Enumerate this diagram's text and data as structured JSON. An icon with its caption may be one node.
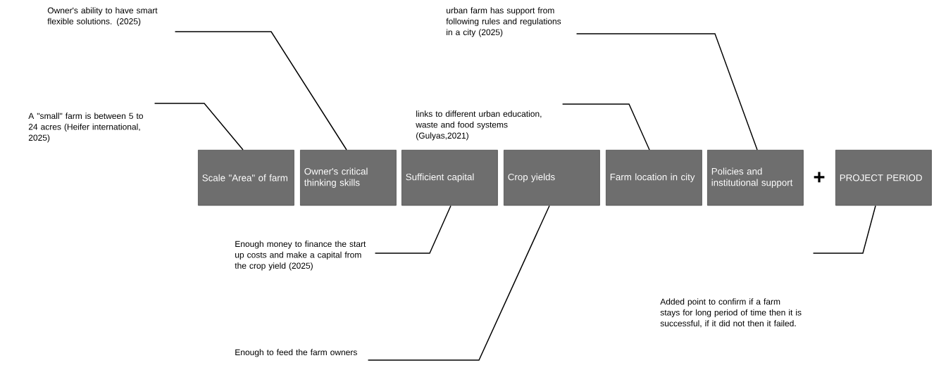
{
  "diagram": {
    "nodes": [
      {
        "text": [
          "Scale \"Area\" of farm"
        ]
      },
      {
        "text": [
          "Owner's critical thinking skills"
        ]
      },
      {
        "text": [
          "Sufficient capital"
        ]
      },
      {
        "text": [
          "Crop yields"
        ]
      },
      {
        "text": [
          "Farm location in city"
        ]
      },
      {
        "text": [
          "Policies and institutional support"
        ]
      },
      {
        "text": [
          "PROJECT PERIOD"
        ]
      },
      {
        "text": [
          "Owner's ability to have smart flexible solutions. (2025)"
        ]
      },
      {
        "text": [
          "A \"small\" farm is between 5 to 24 acres (Heifer international, 2025)"
        ]
      },
      {
        "text": [
          "links to different urban education, waste and food systems (Gulyas,2021)"
        ]
      },
      {
        "text": [
          "urban farm has support from following rules and regulations in a city (2025)"
        ]
      },
      {
        "text": [
          "Enough money to finance the start up costs and make a capital from the crop yield (2025)"
        ]
      },
      {
        "text": [
          "Enough to feed the farm owners"
        ]
      },
      {
        "text": [
          "Added point to confirm if a farm stays for long period of time then it is successful, if it did not then it failed."
        ]
      }
    ],
    "edges": [
      {
        "from": 7,
        "to": 1,
        "arrow": "none"
      },
      {
        "from": 8,
        "to": 0,
        "arrow": "none"
      },
      {
        "from": 9,
        "to": 4,
        "arrow": "none"
      },
      {
        "from": 10,
        "to": 5,
        "arrow": "none"
      },
      {
        "from": 11,
        "to": 2,
        "arrow": "none"
      },
      {
        "from": 12,
        "to": 3,
        "arrow": "none"
      },
      {
        "from": 13,
        "to": 6,
        "arrow": "none"
      }
    ],
    "labels": [
      "+"
    ]
  }
}
